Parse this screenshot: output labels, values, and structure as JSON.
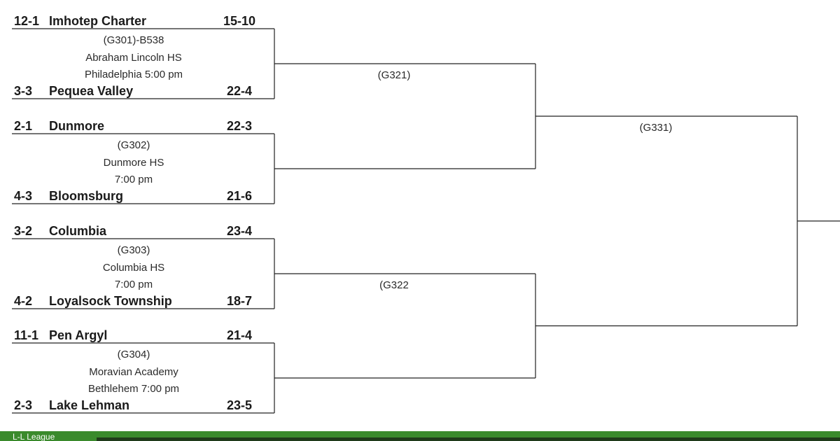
{
  "games": [
    {
      "top": {
        "seed": "12-1",
        "team": "Imhotep Charter",
        "record": "15-10"
      },
      "info": [
        "(G301)-B538",
        "Abraham Lincoln  HS",
        "Philadelphia 5:00 pm"
      ],
      "bottom": {
        "seed": "3-3",
        "team": "Pequea Valley",
        "record": "22-4"
      }
    },
    {
      "top": {
        "seed": "2-1",
        "team": "Dunmore",
        "record": "22-3"
      },
      "info": [
        "(G302)",
        "Dunmore HS",
        "7:00 pm"
      ],
      "bottom": {
        "seed": "4-3",
        "team": "Bloomsburg",
        "record": "21-6"
      }
    },
    {
      "top": {
        "seed": "3-2",
        "team": "Columbia",
        "record": "23-4"
      },
      "info": [
        "(G303)",
        "Columbia HS",
        "7:00 pm"
      ],
      "bottom": {
        "seed": "4-2",
        "team": "Loyalsock Township",
        "record": "18-7"
      }
    },
    {
      "top": {
        "seed": "11-1",
        "team": "Pen Argyl",
        "record": "21-4"
      },
      "info": [
        "(G304)",
        "Moravian Academy",
        "Bethlehem 7:00 pm"
      ],
      "bottom": {
        "seed": "2-3",
        "team": "Lake Lehman",
        "record": "23-5"
      }
    }
  ],
  "rounds": {
    "semi_labels": [
      "(G321)",
      "(G322"
    ],
    "final_label": "(G331)"
  },
  "footer": {
    "label": "L-L League",
    "color": "#3a8a2c"
  }
}
